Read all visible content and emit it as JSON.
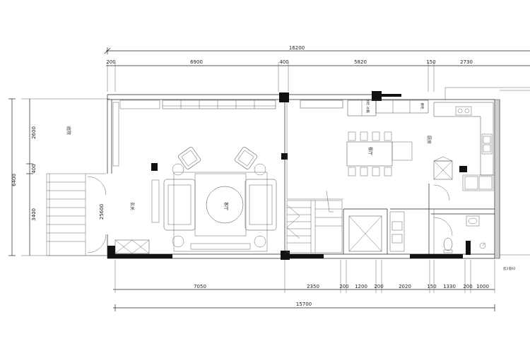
{
  "dimensions": {
    "top_total": "16200",
    "top_segments": [
      "200",
      "6900",
      "400",
      "5820",
      "150",
      "2730"
    ],
    "bottom_segments": [
      "7050",
      "2350",
      "200",
      "1200",
      "200",
      "2020",
      "150",
      "1330",
      "200",
      "1000"
    ],
    "bottom_total": "15700",
    "left_total": "6400",
    "left_segments": [
      "2600",
      "400",
      "3400"
    ],
    "inner_left": "25600",
    "right_edge_note": "剪2墙92"
  },
  "rooms": {
    "courtyard": "庭院",
    "entrance": "玄关",
    "living_room": "客厅",
    "dining_room": "餐厅",
    "kitchen": "厨房"
  },
  "cabinet_labels": {
    "fridge_cabinet": "冰柜 冰箱",
    "kitchen_cabinet": "橱柜"
  }
}
